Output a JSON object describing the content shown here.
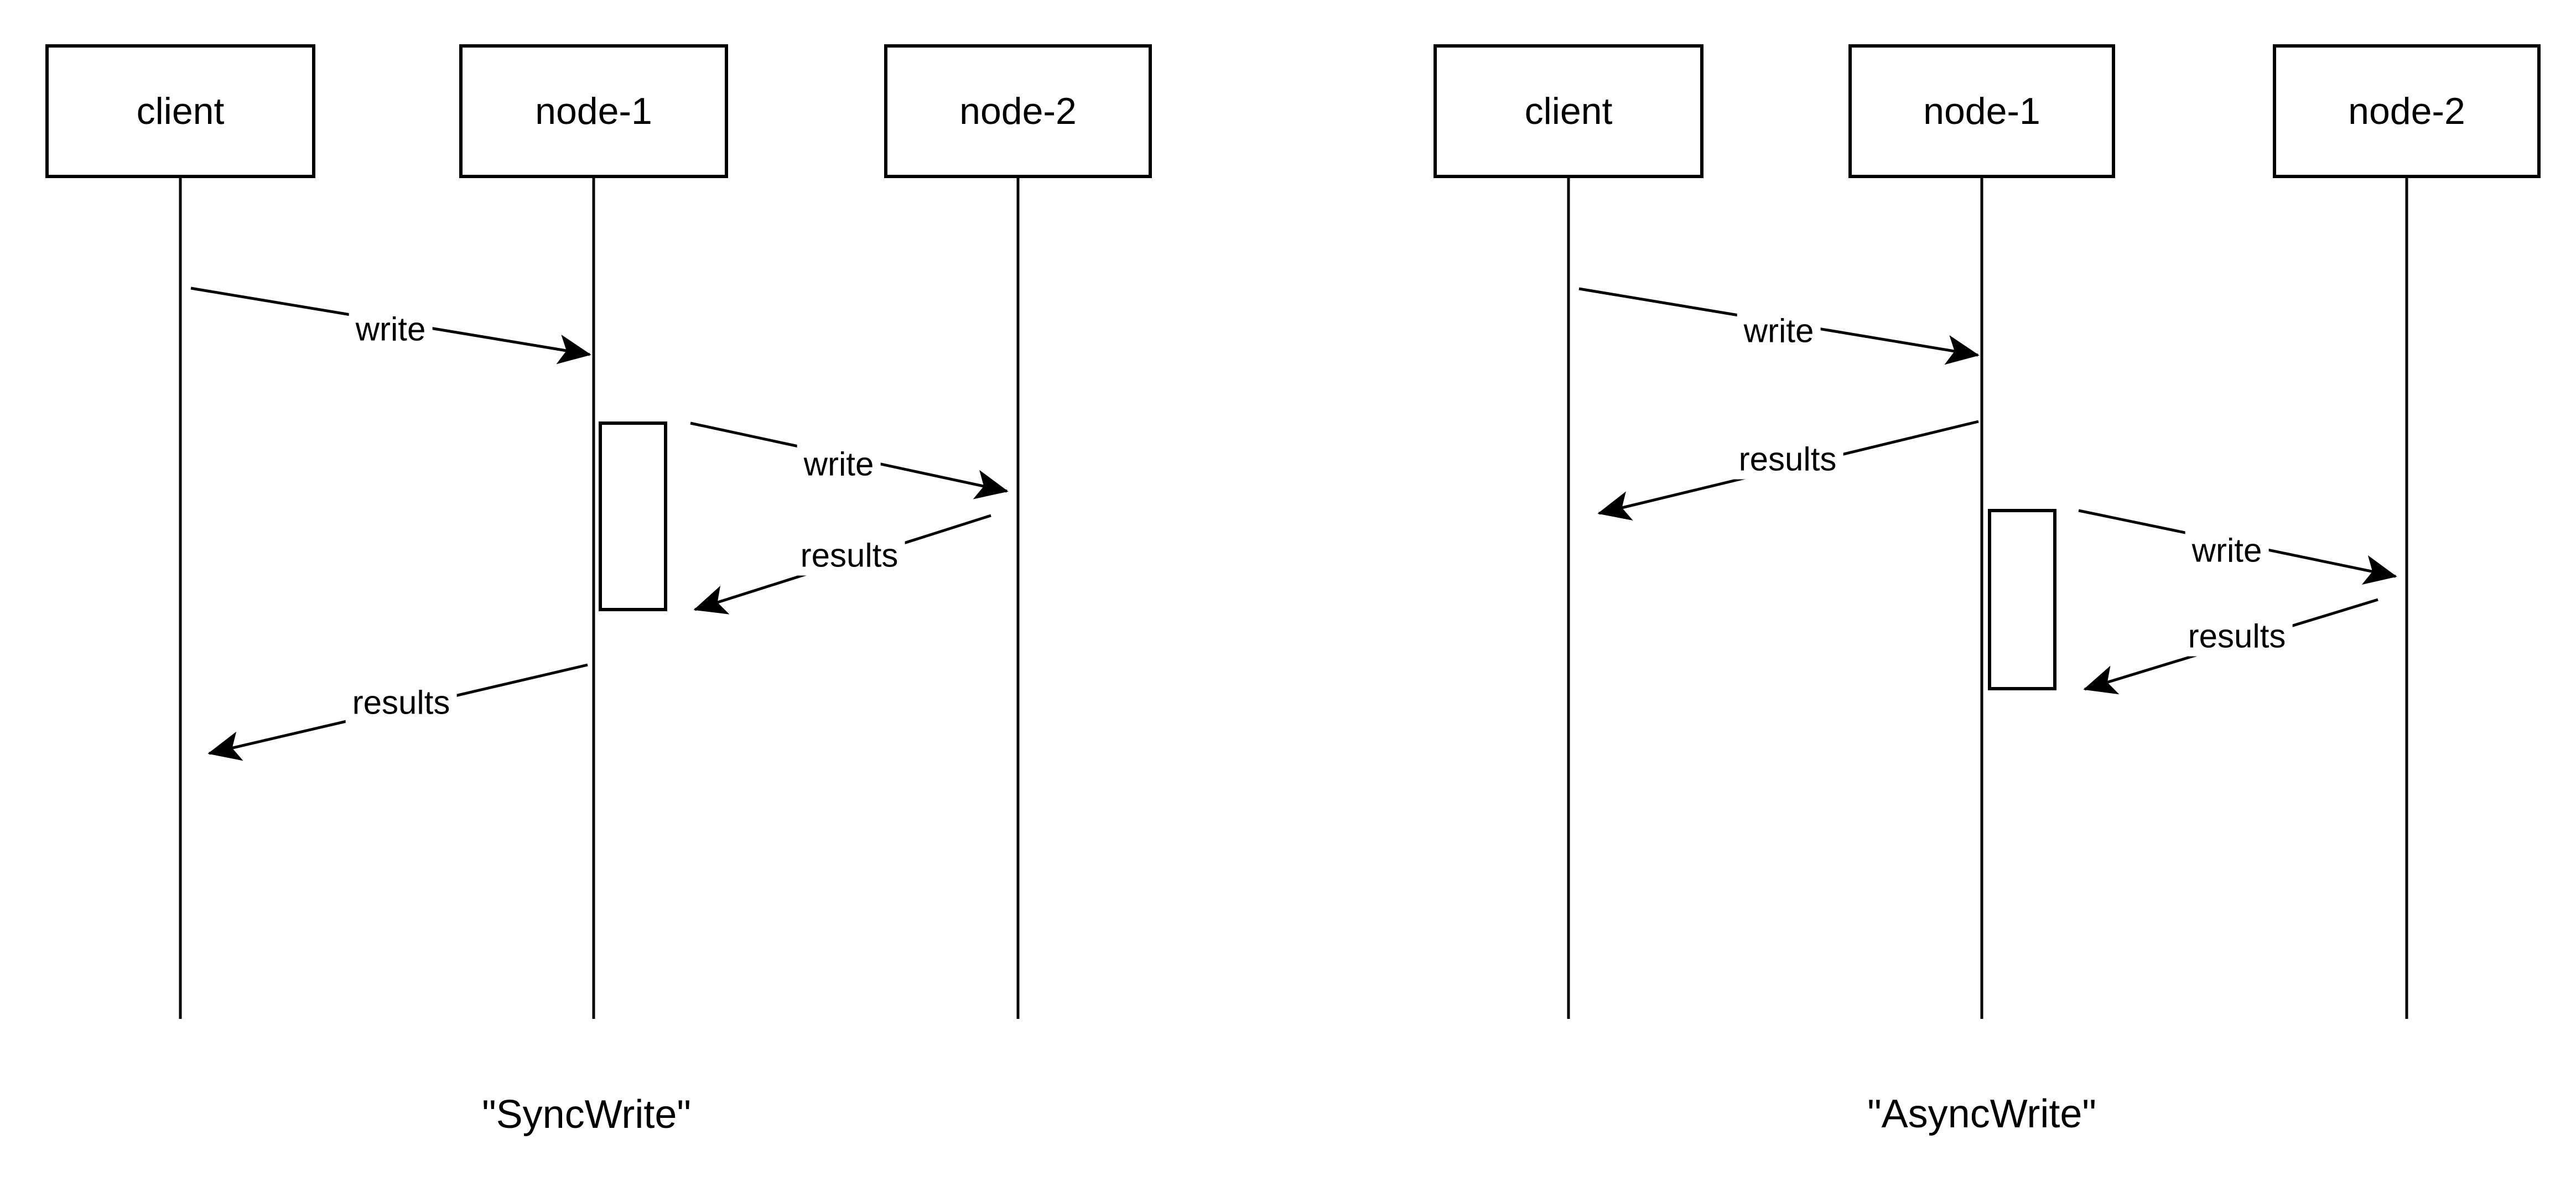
{
  "diagrams": [
    {
      "id": "sync-write",
      "caption": "\"SyncWrite\"",
      "actors": [
        {
          "label": "client"
        },
        {
          "label": "node-1"
        },
        {
          "label": "node-2"
        }
      ],
      "messages": [
        {
          "from": "client",
          "to": "node-1",
          "label": "write"
        },
        {
          "from": "node-1",
          "to": "node-2",
          "label": "write"
        },
        {
          "from": "node-2",
          "to": "node-1",
          "label": "results"
        },
        {
          "from": "node-1",
          "to": "client",
          "label": "results"
        }
      ]
    },
    {
      "id": "async-write",
      "caption": "\"AsyncWrite\"",
      "actors": [
        {
          "label": "client"
        },
        {
          "label": "node-1"
        },
        {
          "label": "node-2"
        }
      ],
      "messages": [
        {
          "from": "client",
          "to": "node-1",
          "label": "write"
        },
        {
          "from": "node-1",
          "to": "client",
          "label": "results"
        },
        {
          "from": "node-1",
          "to": "node-2",
          "label": "write"
        },
        {
          "from": "node-2",
          "to": "node-1",
          "label": "results"
        }
      ]
    }
  ],
  "colors": {
    "background": "#ffffff",
    "stroke": "#000000",
    "text": "#000000"
  }
}
